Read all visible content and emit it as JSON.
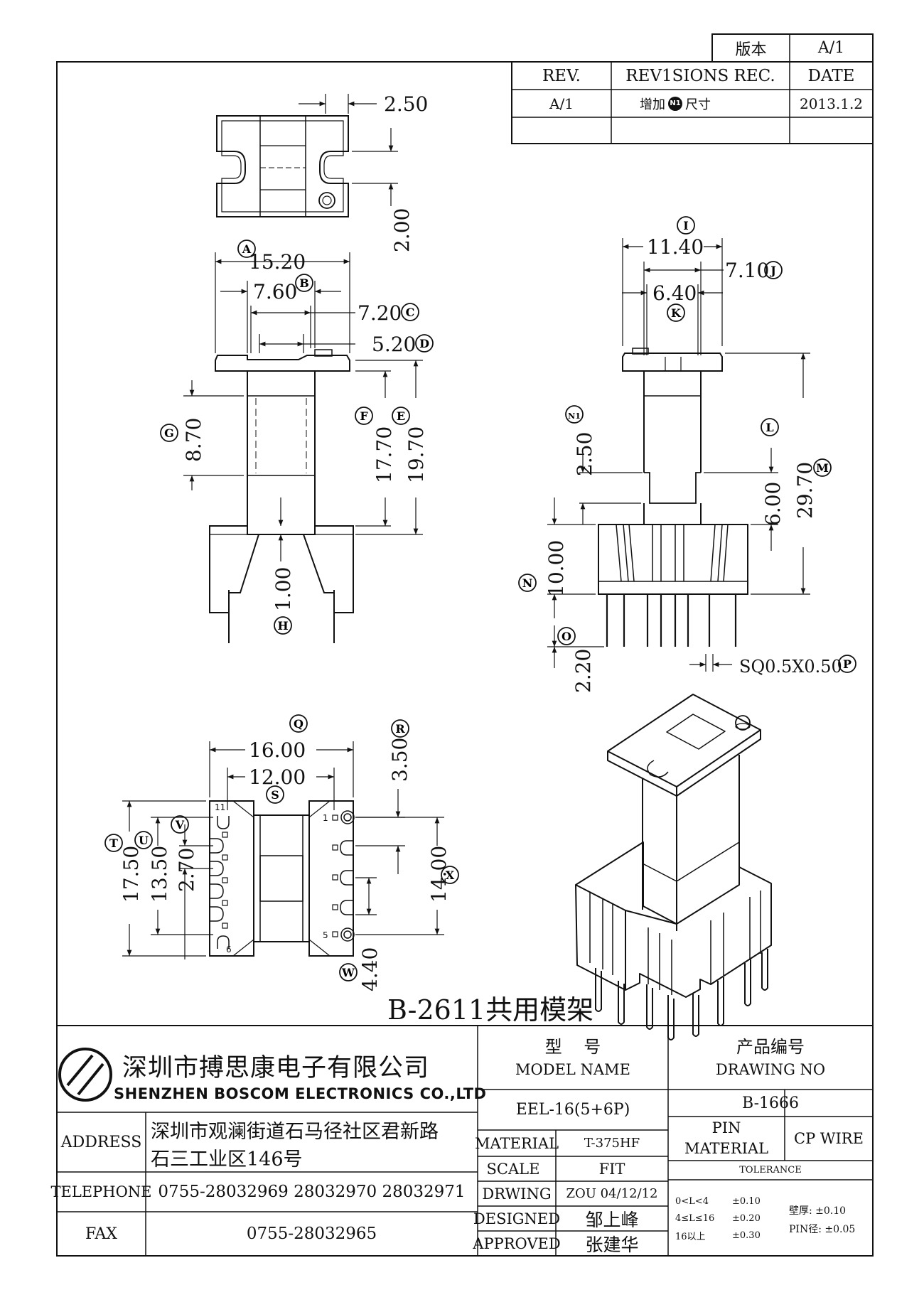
{
  "version_box": {
    "label": "版本",
    "value": "A/1"
  },
  "revision_table": {
    "headers": {
      "rev": "REV.",
      "rec": "REV1SIONS REC.",
      "date": "DATE"
    },
    "rows": [
      {
        "rev": "A/1",
        "rec_pre": "增加",
        "rec_circle": "N1",
        "rec_post": "尺寸",
        "date": "2013.1.2"
      }
    ]
  },
  "dimensions": {
    "top_view": {
      "d1": "2.50",
      "d2": "2.00"
    },
    "front_view": {
      "A": "15.20",
      "B": "7.60",
      "C": "7.20",
      "D": "5.20",
      "E": "19.70",
      "F": "17.70",
      "G": "8.70",
      "H": "1.00"
    },
    "side_view": {
      "I": "11.40",
      "J": "7.10",
      "K": "6.40",
      "N1": "2.50",
      "L": "6.00",
      "M": "29.70",
      "N": "10.00",
      "O": "2.20",
      "P": "SQ0.5X0.50"
    },
    "bottom_view": {
      "Q": "16.00",
      "R": "3.50",
      "S": "12.00",
      "T": "17.50",
      "U": "13.50",
      "V": "2.70",
      "W": "4.40",
      "X": "14.00"
    }
  },
  "markers": [
    "A",
    "B",
    "C",
    "D",
    "E",
    "F",
    "G",
    "H",
    "I",
    "J",
    "K",
    "N1",
    "L",
    "M",
    "N",
    "O",
    "P",
    "Q",
    "R",
    "S",
    "T",
    "U",
    "V",
    "W",
    "X"
  ],
  "pin_numbers": {
    "p11": "11",
    "p6": "6",
    "p1": "1",
    "p5": "5"
  },
  "drawing_caption": "B-2611共用模架",
  "company": {
    "name_cn": "深圳市搏思康电子有限公司",
    "name_en": "SHENZHEN BOSCOM ELECTRONICS CO.,LTD"
  },
  "title_block": {
    "address_label": "ADDRESS",
    "address_line1": "深圳市观澜街道石马径社区君新路",
    "address_line2": "石三工业区146号",
    "telephone_label": "TELEPHONE",
    "telephone": "0755-28032969 28032970 28032971",
    "fax_label": "FAX",
    "fax": "0755-28032965",
    "model_label_cn": "型    号",
    "model_label_en": "MODEL NAME",
    "model_value": "EEL-16(5+6P)",
    "drawing_no_label_cn": "产品编号",
    "drawing_no_label_en": "DRAWING NO",
    "drawing_no_value": "B-1666",
    "material_label": "MATERIAL",
    "material_value": "T-375HF",
    "scale_label": "SCALE",
    "scale_value": "FIT",
    "drwing_label": "DRWING",
    "drwing_value": "ZOU 04/12/12",
    "designed_label": "DESIGNED",
    "designed_value": "邹上峰",
    "approved_label": "APPROVED",
    "approved_value": "张建华",
    "pin_material_label1": "PIN",
    "pin_material_label2": "MATERIAL",
    "pin_material_value": "CP WIRE",
    "tolerance_label": "TOLERANCE",
    "tol_rows": [
      {
        "range": "0<L<4",
        "value": "±0.10"
      },
      {
        "range": "4≤L≤16",
        "value": "±0.20"
      },
      {
        "range": "16以上",
        "value": "±0.30"
      }
    ],
    "tol_wall": "壁厚: ±0.10",
    "tol_pin": "PIN径: ±0.05"
  }
}
